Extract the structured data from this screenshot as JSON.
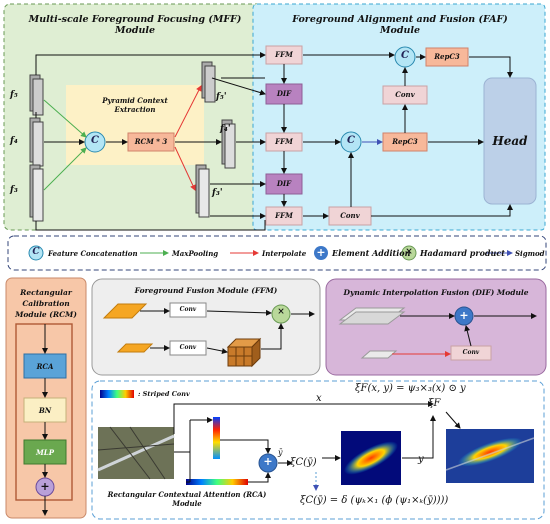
{
  "mff": {
    "title": "Multi-scale Foreground Focusing (MFF)",
    "subtitle": "Module",
    "pce_l1": "Pyramid Context",
    "pce_l2": "Extraction",
    "rcm3": "RCM * 3",
    "f5": "f₅",
    "f4": "f₄",
    "f3": "f₃",
    "f5p": "f₅'",
    "f4p": "f₄'",
    "f3p": "f₃'",
    "concat": "C"
  },
  "faf": {
    "title": "Foreground Alignment and Fusion (FAF)",
    "subtitle": "Module",
    "ffm": "FFM",
    "dif": "DIF",
    "conv": "Conv",
    "repc3": "RepC3",
    "head": "Head",
    "concat": "C"
  },
  "legend": {
    "concat_sym": "C",
    "concat": "Feature Concatenation",
    "maxpool": "MaxPooling",
    "interp": "Interpolate",
    "add_sym": "+",
    "add": "Element Addition",
    "had_sym": "×",
    "had": "Hadamard product",
    "sig": "Sigmod",
    "colors": {
      "maxpool": "#4caf50",
      "interp": "#e53935",
      "sig": "#3f51b5"
    }
  },
  "rcm": {
    "title_l1": "Rectangular",
    "title_l2": "Calibration",
    "title_l3": "Module (RCM)",
    "rca": "RCA",
    "bn": "BN",
    "mlp": "MLP",
    "add": "+"
  },
  "ffm_box": {
    "title": "Foreground Fusion Module (FFM)",
    "conv": "Conv",
    "mul": "×"
  },
  "dif_box": {
    "title": "Dynamic Interpolation Fusion (DIF) Module",
    "conv": "Conv",
    "add": "+"
  },
  "rca_box": {
    "striped": ": Striped Conv",
    "caption_l1": "Rectangular Contextual Attention (RCA)",
    "caption_l2": "Module",
    "x": "x",
    "y": "y",
    "ybar": "ȳ",
    "add": "+",
    "xiF_eq": "ξF(x, y) = ψ₃×₃(x) ⊙ y",
    "xiF": "ξF",
    "xiC_node": "ξC(ȳ)",
    "xiC_eq": "ξC(ȳ) = δ (ψₖ×₁ (ϕ (ψ₁×ₖ(ȳ))))"
  }
}
